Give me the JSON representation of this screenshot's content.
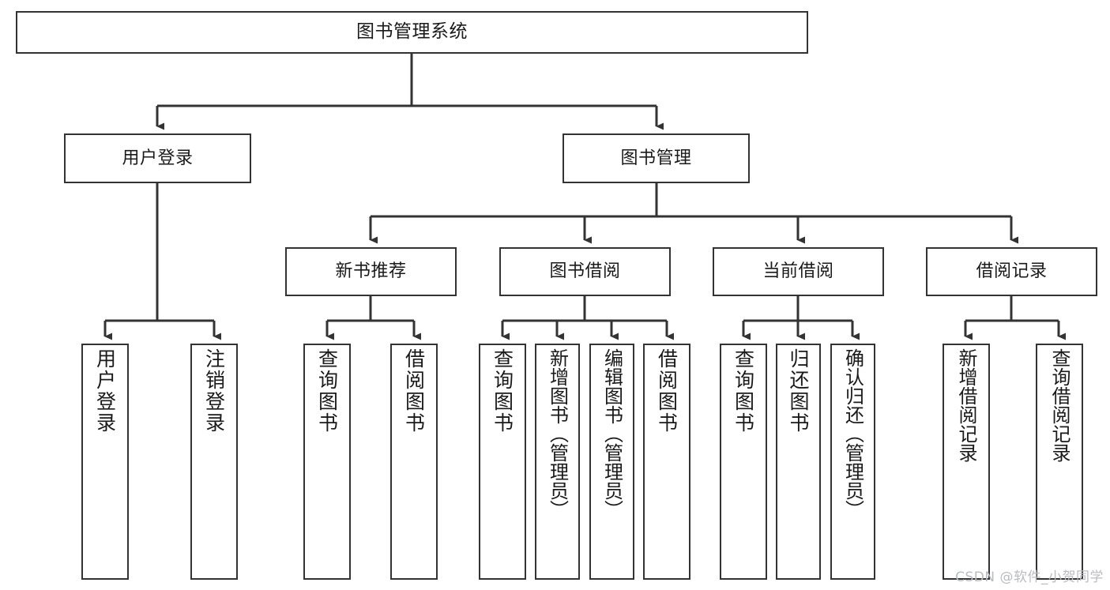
{
  "diagram": {
    "type": "tree",
    "title": "图书管理系统",
    "colors": {
      "box_border": "#333333",
      "box_fill": "#ffffff",
      "connector": "#333333",
      "text": "#1a1a1a",
      "watermark": "#b9bcc0",
      "background": "#ffffff"
    },
    "watermark": "CSDN @软件_小贺同学",
    "levels": {
      "root": [
        "图书管理系统"
      ],
      "level2": [
        "用户登录",
        "图书管理"
      ],
      "level3": [
        "新书推荐",
        "图书借阅",
        "当前借阅",
        "借阅记录"
      ],
      "leaves": [
        "用户登录",
        "注销登录",
        "查询图书",
        "借阅图书",
        "查询图书",
        "新增图书（管理员）",
        "编辑图书（管理员）",
        "借阅图书",
        "查询图书",
        "归还图书",
        "确认归还（管理员）",
        "新增借阅记录",
        "查询借阅记录"
      ]
    },
    "nodes": {
      "root": {
        "label": "图书管理系统"
      },
      "user_login": {
        "label": "用户登录"
      },
      "book_mgmt": {
        "label": "图书管理"
      },
      "new_book_rec": {
        "label": "新书推荐"
      },
      "book_borrow": {
        "label": "图书借阅"
      },
      "current_borrow": {
        "label": "当前借阅"
      },
      "borrow_record": {
        "label": "借阅记录"
      },
      "leaf_user_login": {
        "label": "用户登录"
      },
      "leaf_logout": {
        "label": "注销登录"
      },
      "leaf_query_book_1": {
        "label": "查询图书"
      },
      "leaf_borrow_book_1": {
        "label": "借阅图书"
      },
      "leaf_query_book_2": {
        "label": "查询图书"
      },
      "leaf_add_book": {
        "label": "新增图书（管理员）"
      },
      "leaf_edit_book": {
        "label": "编辑图书（管理员）"
      },
      "leaf_borrow_book_2": {
        "label": "借阅图书"
      },
      "leaf_query_book_3": {
        "label": "查询图书"
      },
      "leaf_return_book": {
        "label": "归还图书"
      },
      "leaf_confirm_return": {
        "label": "确认归还（管理员）"
      },
      "leaf_add_record": {
        "label": "新增借阅记录"
      },
      "leaf_query_record": {
        "label": "查询借阅记录"
      }
    },
    "edges": [
      {
        "from": "root",
        "to": "user_login"
      },
      {
        "from": "root",
        "to": "book_mgmt"
      },
      {
        "from": "user_login",
        "to": "leaf_user_login"
      },
      {
        "from": "user_login",
        "to": "leaf_logout"
      },
      {
        "from": "book_mgmt",
        "to": "new_book_rec"
      },
      {
        "from": "book_mgmt",
        "to": "book_borrow"
      },
      {
        "from": "book_mgmt",
        "to": "current_borrow"
      },
      {
        "from": "book_mgmt",
        "to": "borrow_record"
      },
      {
        "from": "new_book_rec",
        "to": "leaf_query_book_1"
      },
      {
        "from": "new_book_rec",
        "to": "leaf_borrow_book_1"
      },
      {
        "from": "book_borrow",
        "to": "leaf_query_book_2"
      },
      {
        "from": "book_borrow",
        "to": "leaf_add_book"
      },
      {
        "from": "book_borrow",
        "to": "leaf_edit_book"
      },
      {
        "from": "book_borrow",
        "to": "leaf_borrow_book_2"
      },
      {
        "from": "current_borrow",
        "to": "leaf_query_book_3"
      },
      {
        "from": "current_borrow",
        "to": "leaf_return_book"
      },
      {
        "from": "current_borrow",
        "to": "leaf_confirm_return"
      },
      {
        "from": "borrow_record",
        "to": "leaf_add_record"
      },
      {
        "from": "borrow_record",
        "to": "leaf_query_record"
      }
    ]
  }
}
